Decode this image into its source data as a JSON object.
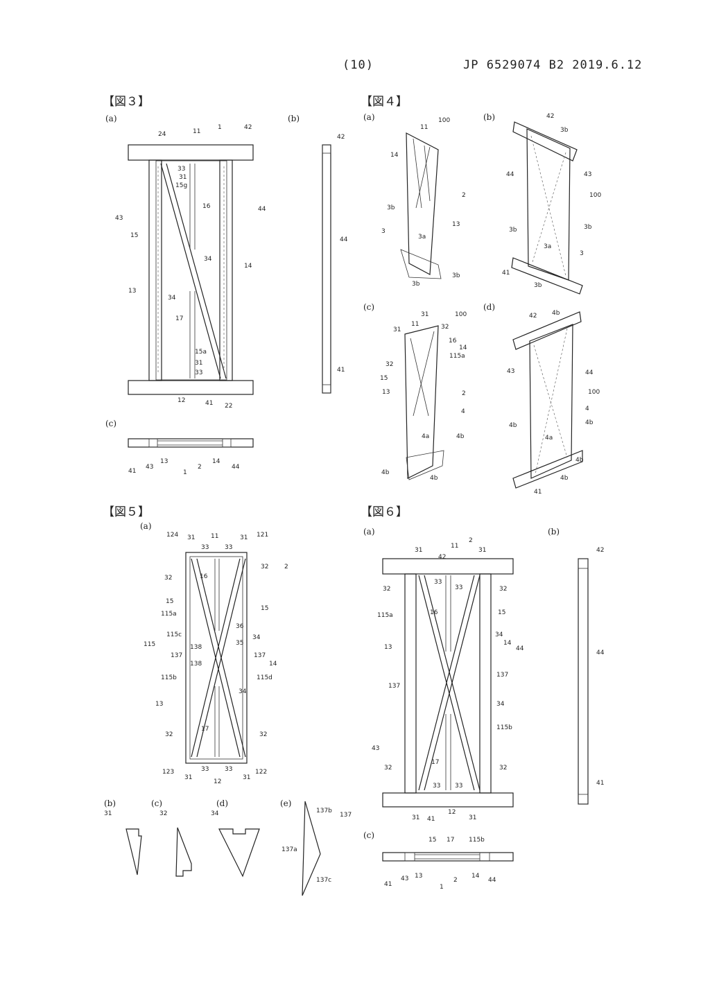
{
  "header": {
    "page_number": "(10)",
    "publication": "JP 6529074 B2 2019.6.12"
  },
  "figures": {
    "fig3": {
      "label": "【図３】",
      "panels": [
        "(a)",
        "(b)",
        "(c)"
      ],
      "callouts_a": [
        "24",
        "11",
        "1",
        "42",
        "33",
        "31",
        "15g",
        "16",
        "43",
        "44",
        "15",
        "34",
        "14",
        "13",
        "34",
        "17",
        "15a",
        "31",
        "33",
        "12",
        "41",
        "22"
      ],
      "callouts_b": [
        "42",
        "44",
        "41"
      ],
      "callouts_c": [
        "41",
        "43",
        "13",
        "1",
        "2",
        "14",
        "44"
      ]
    },
    "fig4": {
      "label": "【図４】",
      "panels": [
        "(a)",
        "(b)",
        "(c)",
        "(d)"
      ],
      "callouts_a": [
        "11",
        "100",
        "14",
        "2",
        "3b",
        "13",
        "3",
        "3a",
        "3b",
        "3b"
      ],
      "callouts_b": [
        "42",
        "3b",
        "44",
        "43",
        "100",
        "3b",
        "3b",
        "3a",
        "3",
        "41",
        "3b"
      ],
      "callouts_c": [
        "31",
        "100",
        "31",
        "11",
        "32",
        "16",
        "14",
        "32",
        "115a",
        "15",
        "13",
        "2",
        "4",
        "4a",
        "4b",
        "4b",
        "4b"
      ],
      "callouts_d": [
        "42",
        "4b",
        "43",
        "44",
        "100",
        "4",
        "4b",
        "4b",
        "4a",
        "4b",
        "41",
        "4b"
      ]
    },
    "fig5": {
      "label": "【図５】",
      "panels": [
        "(a)",
        "(b)",
        "(c)",
        "(d)",
        "(e)"
      ],
      "callouts_a": [
        "124",
        "31",
        "11",
        "31",
        "121",
        "33",
        "33",
        "32",
        "32",
        "2",
        "16",
        "15",
        "15",
        "115a",
        "115",
        "115c",
        "36",
        "34",
        "35",
        "138",
        "137",
        "137",
        "14",
        "138",
        "115d",
        "115b",
        "34",
        "13",
        "17",
        "32",
        "32",
        "123",
        "33",
        "12",
        "33",
        "122",
        "31",
        "31"
      ],
      "callouts_b": [
        "31"
      ],
      "callouts_c": [
        "32"
      ],
      "callouts_d": [
        "34"
      ],
      "callouts_e": [
        "137b",
        "137",
        "137a",
        "137c"
      ]
    },
    "fig6": {
      "label": "【図６】",
      "panels": [
        "(a)",
        "(b)",
        "(c)"
      ],
      "callouts_a": [
        "42",
        "31",
        "11",
        "2",
        "31",
        "33",
        "33",
        "32",
        "32",
        "115a",
        "16",
        "15",
        "13",
        "34",
        "14",
        "44",
        "137",
        "137",
        "34",
        "115b",
        "43",
        "17",
        "32",
        "32",
        "33",
        "33",
        "31",
        "41",
        "12",
        "31"
      ],
      "callouts_b": [
        "42",
        "44",
        "41"
      ],
      "callouts_c": [
        "15",
        "17",
        "115b",
        "41",
        "43",
        "13",
        "1",
        "2",
        "14",
        "44"
      ]
    }
  }
}
